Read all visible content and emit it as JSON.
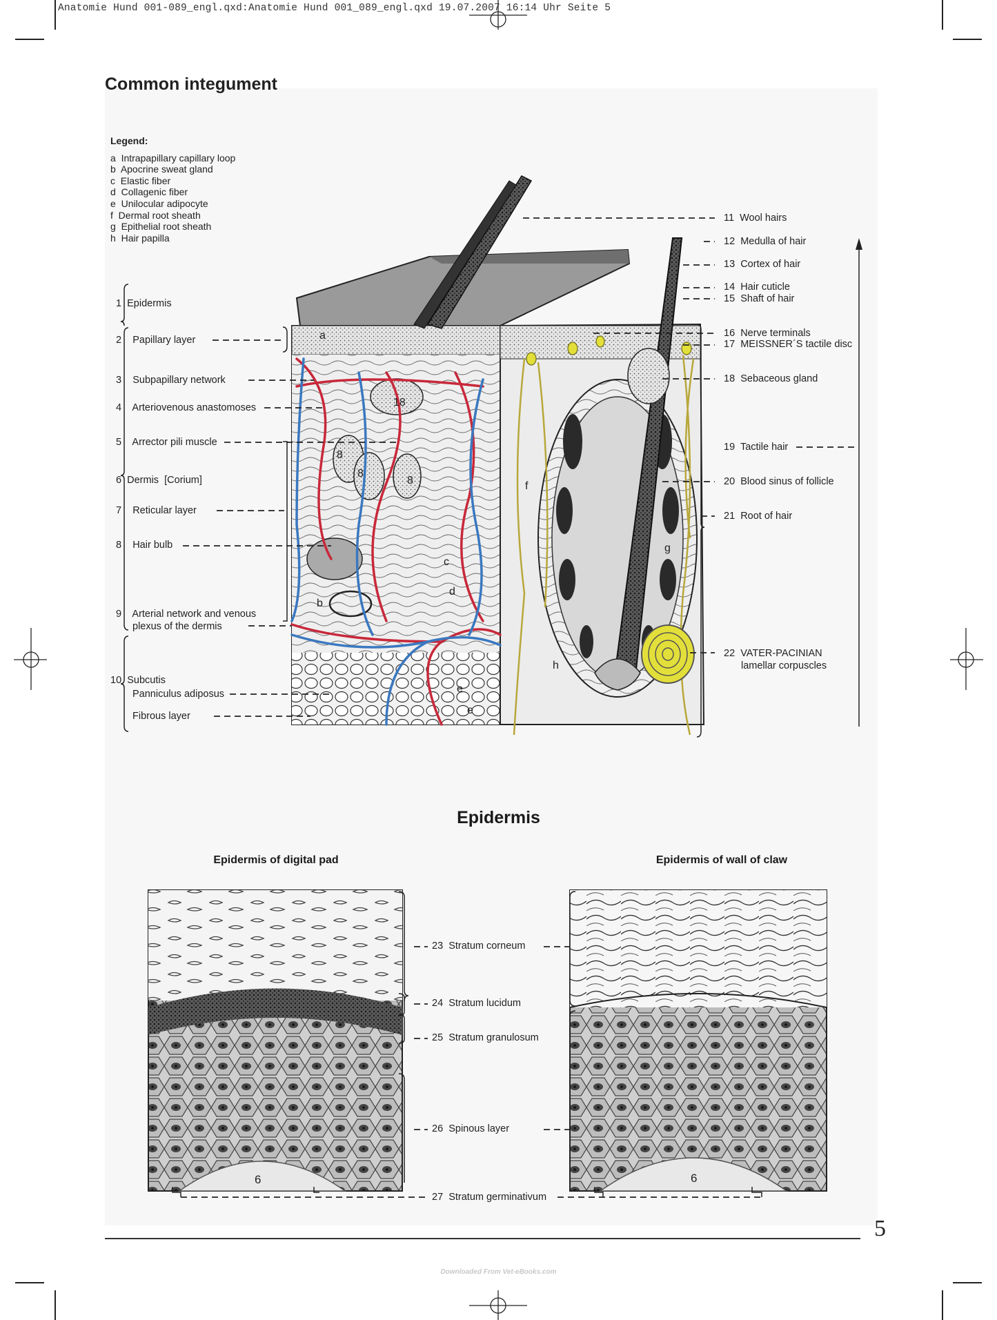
{
  "print_header": "Anatomie Hund 001-089_engl.qxd:Anatomie Hund 001_089_engl.qxd  19.07.2007  16:14 Uhr  Seite 5",
  "title": "Common integument",
  "legend": {
    "heading": "Legend:",
    "items": [
      {
        "key": "a",
        "text": "Intrapapillary capillary loop"
      },
      {
        "key": "b",
        "text": "Apocrine sweat gland"
      },
      {
        "key": "c",
        "text": "Elastic fiber"
      },
      {
        "key": "d",
        "text": "Collagenic fiber"
      },
      {
        "key": "e",
        "text": "Unilocular adipocyte"
      },
      {
        "key": "f",
        "text": "Dermal root sheath"
      },
      {
        "key": "g",
        "text": "Epithelial root sheath"
      },
      {
        "key": "h",
        "text": "Hair papilla"
      }
    ]
  },
  "left_labels": [
    {
      "num": "1",
      "text": "Epidermis"
    },
    {
      "num": "2",
      "text": "Papillary layer"
    },
    {
      "num": "3",
      "text": "Subpapillary network"
    },
    {
      "num": "4",
      "text": "Arteriovenous anastomoses"
    },
    {
      "num": "5",
      "text": "Arrector pili muscle"
    },
    {
      "num": "6",
      "text": "Dermis",
      "extra": "[Corium]"
    },
    {
      "num": "7",
      "text": "Reticular layer"
    },
    {
      "num": "8",
      "text": "Hair bulb"
    },
    {
      "num": "9",
      "text": "Arterial network and venous",
      "line2": "plexus of the dermis"
    },
    {
      "num": "10",
      "text": "Subcutis"
    },
    {
      "num": "",
      "text": "Panniculus adiposus"
    },
    {
      "num": "",
      "text": "Fibrous layer"
    }
  ],
  "right_labels": [
    {
      "num": "11",
      "text": "Wool hairs"
    },
    {
      "num": "12",
      "text": "Medulla of hair"
    },
    {
      "num": "13",
      "text": "Cortex of hair"
    },
    {
      "num": "14",
      "text": "Hair cuticle"
    },
    {
      "num": "15",
      "text": "Shaft of hair"
    },
    {
      "num": "16",
      "text": "Nerve terminals"
    },
    {
      "num": "17",
      "text": "MEISSNER´S tactile disc"
    },
    {
      "num": "18",
      "text": "Sebaceous gland"
    },
    {
      "num": "19",
      "text": "Tactile hair"
    },
    {
      "num": "20",
      "text": "Blood sinus of follicle"
    },
    {
      "num": "21",
      "text": "Root of hair"
    },
    {
      "num": "22",
      "text": "VATER-PACINIAN",
      "line2": "lamellar corpuscles"
    }
  ],
  "figure_letters": [
    "a",
    "b",
    "c",
    "d",
    "e",
    "e",
    "f",
    "g",
    "h"
  ],
  "figure_numbers": [
    "18",
    "8",
    "8",
    "8"
  ],
  "epidermis": {
    "heading": "Epidermis",
    "left_subheading": "Epidermis of digital pad",
    "right_subheading": "Epidermis of  wall of claw",
    "layers": [
      {
        "num": "23",
        "text": "Stratum corneum"
      },
      {
        "num": "24",
        "text": "Stratum lucidum"
      },
      {
        "num": "25",
        "text": "Stratum granulosum"
      },
      {
        "num": "26",
        "text": "Spinous layer"
      },
      {
        "num": "27",
        "text": "Stratum germinativum"
      }
    ],
    "panel_label": "6"
  },
  "page_number": "5",
  "watermark": "Downloaded From Vet-eBooks.com",
  "colors": {
    "artery": "#c8283a",
    "vein": "#3a78c0",
    "nerve": "#b8a73a",
    "corpuscle": "#e3df3a",
    "ink": "#222222"
  }
}
